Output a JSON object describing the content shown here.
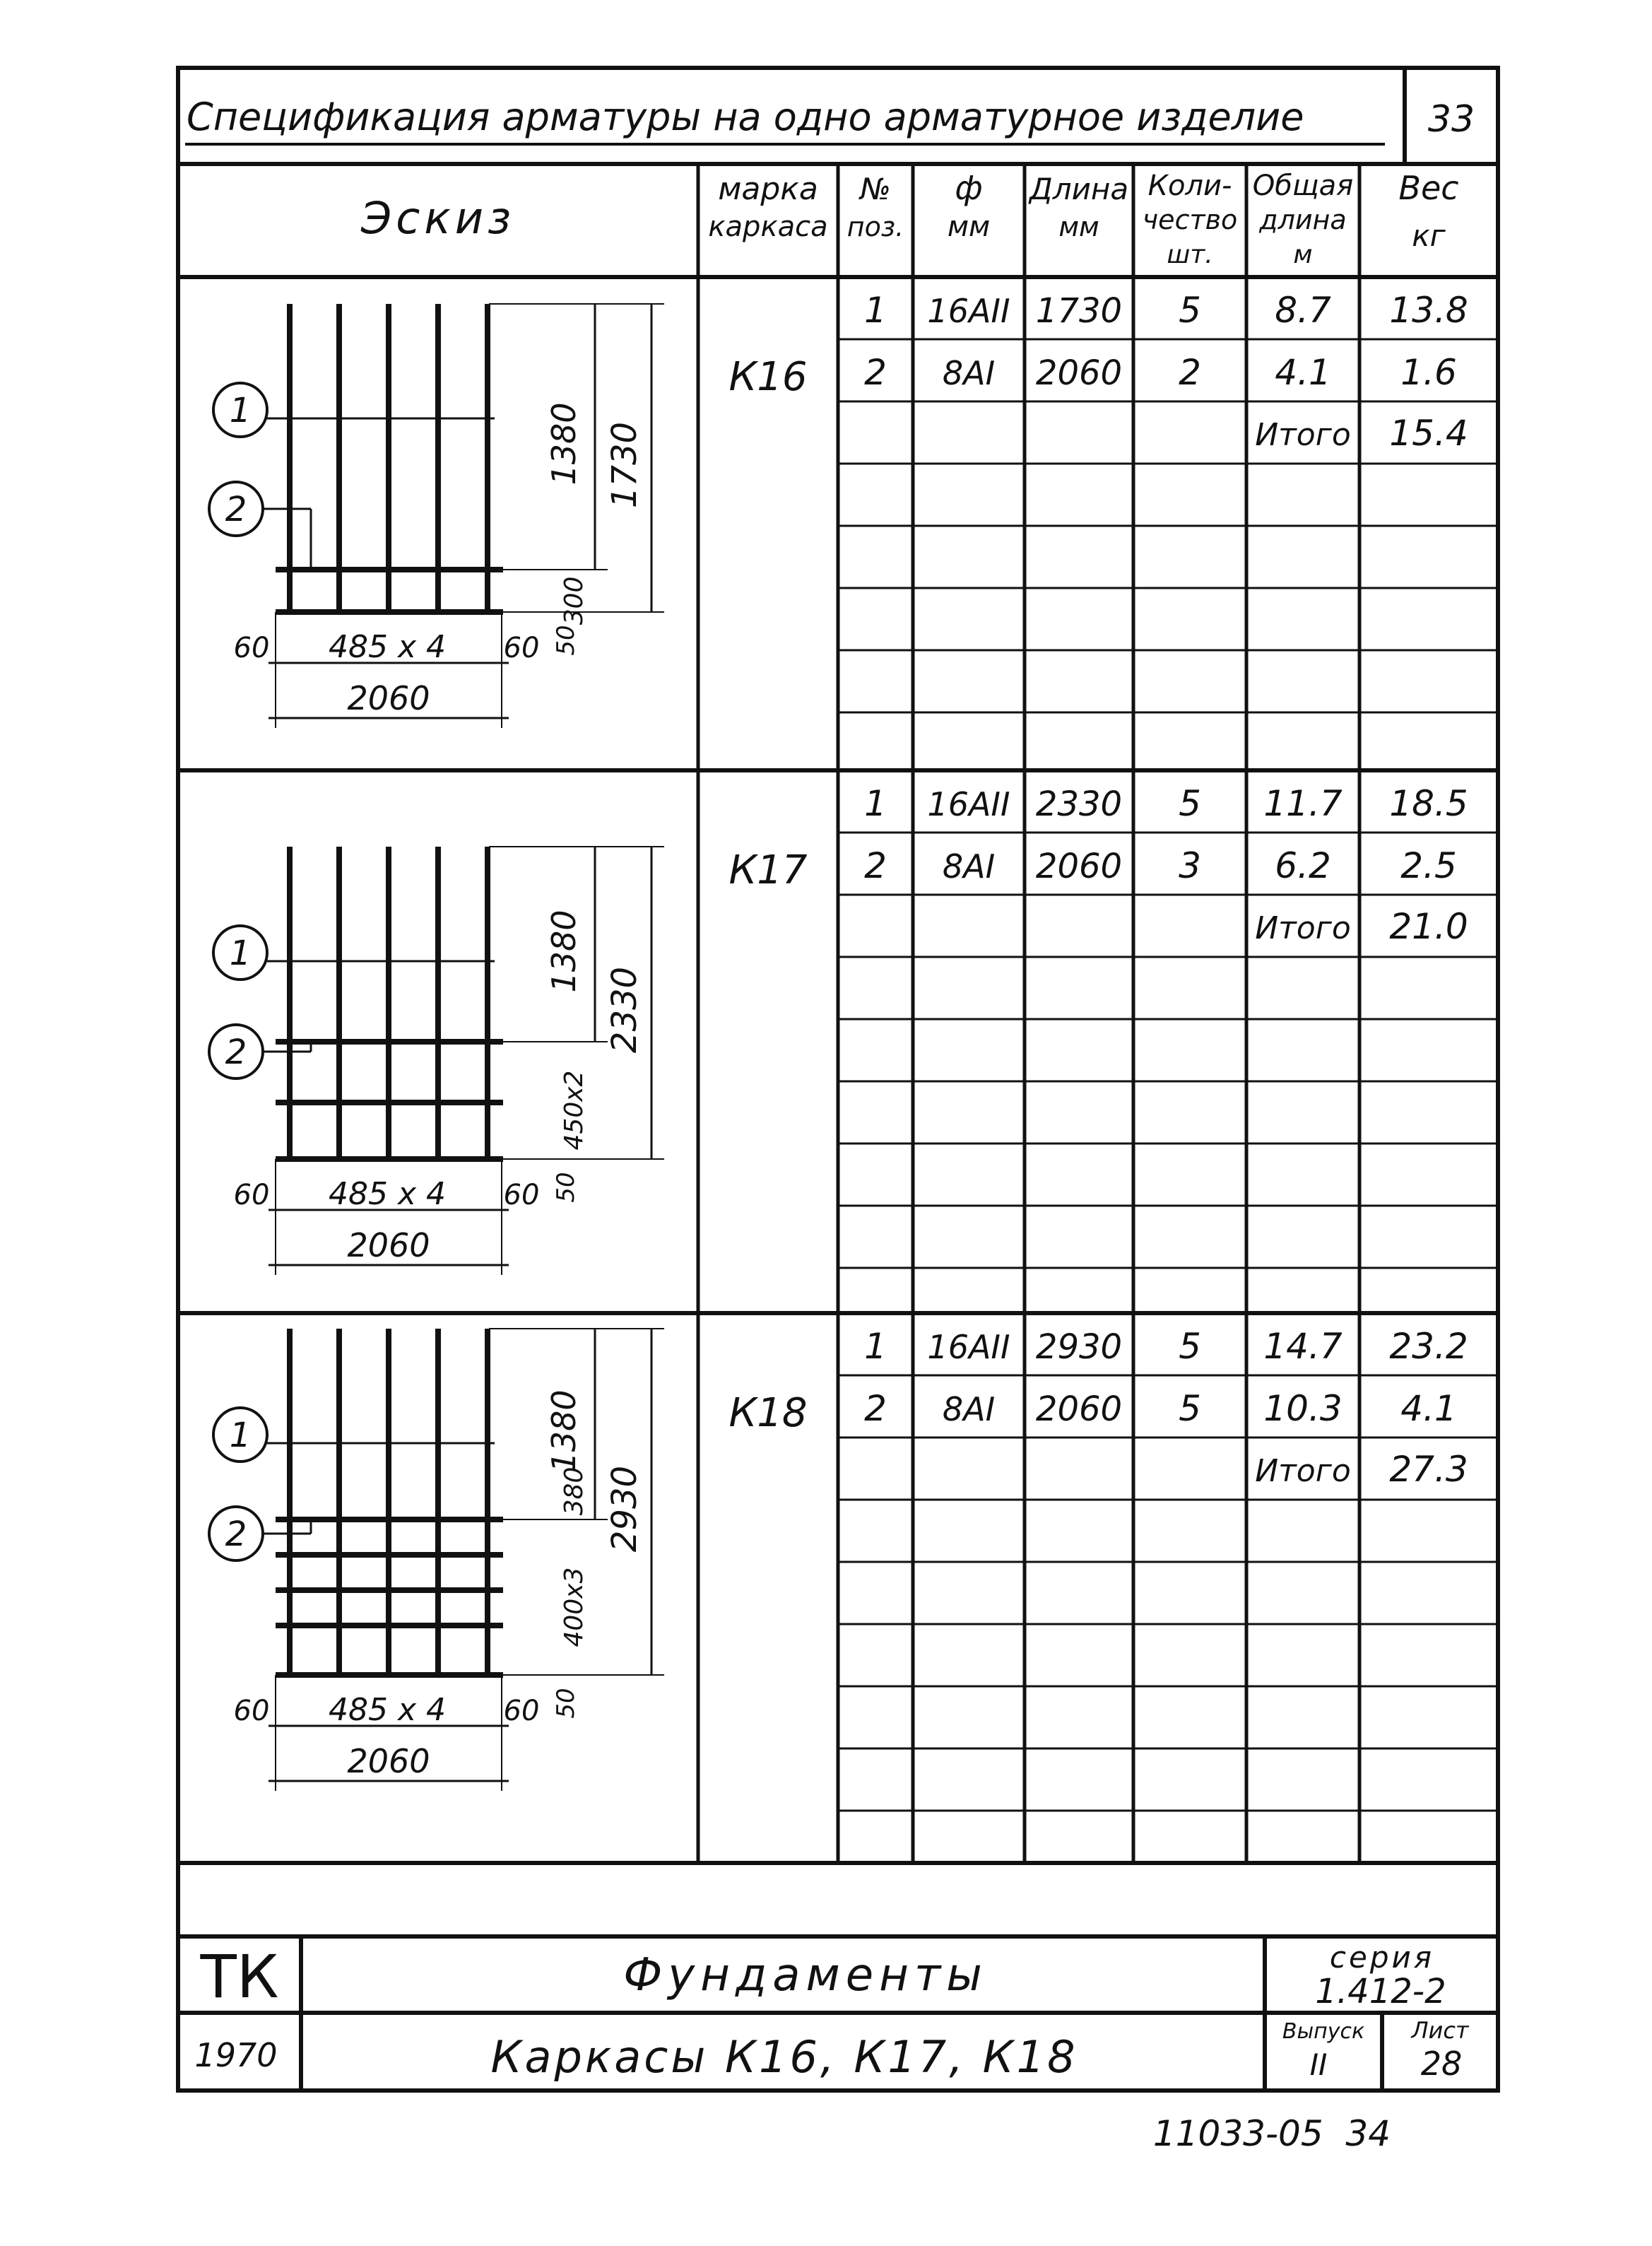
{
  "header": {
    "title": "Спецификация арматуры на одно арматурное изделие",
    "page_number": "33"
  },
  "columns": {
    "sketch": "Эскиз",
    "mark": [
      "марка",
      "каркаса"
    ],
    "pos": [
      "№",
      "поз."
    ],
    "diam": [
      "ф",
      "мм"
    ],
    "length": [
      "Длина",
      "мм"
    ],
    "qty": [
      "Коли-",
      "чество",
      "шт."
    ],
    "total_length": [
      "Общая",
      "длина",
      "м"
    ],
    "weight": [
      "Вес",
      "кг"
    ]
  },
  "groups": [
    {
      "mark": "К16",
      "rows": [
        {
          "pos": "1",
          "diam": "16АII",
          "length": "1730",
          "qty": "5",
          "total_length": "8.7",
          "weight": "13.8"
        },
        {
          "pos": "2",
          "diam": "8АI",
          "length": "2060",
          "qty": "2",
          "total_length": "4.1",
          "weight": "1.6"
        }
      ],
      "total_label": "Итого",
      "total": "15.4",
      "sketch": {
        "callouts": [
          "1",
          "2"
        ],
        "dim_upper": "1380",
        "dim_full": "1730",
        "dim_lower": "300",
        "dim_bottom": "50",
        "dim_spacing": "485 x 4",
        "dim_left": "60",
        "dim_right": "60",
        "dim_width": "2060",
        "cross_bars": 2
      }
    },
    {
      "mark": "К17",
      "rows": [
        {
          "pos": "1",
          "diam": "16АII",
          "length": "2330",
          "qty": "5",
          "total_length": "11.7",
          "weight": "18.5"
        },
        {
          "pos": "2",
          "diam": "8АI",
          "length": "2060",
          "qty": "3",
          "total_length": "6.2",
          "weight": "2.5"
        }
      ],
      "total_label": "Итого",
      "total": "21.0",
      "sketch": {
        "callouts": [
          "1",
          "2"
        ],
        "dim_upper": "1380",
        "dim_full": "2330",
        "dim_lower": "450x2",
        "dim_bottom": "50",
        "dim_spacing": "485 x 4",
        "dim_left": "60",
        "dim_right": "60",
        "dim_width": "2060",
        "cross_bars": 3
      }
    },
    {
      "mark": "К18",
      "rows": [
        {
          "pos": "1",
          "diam": "16АII",
          "length": "2930",
          "qty": "5",
          "total_length": "14.7",
          "weight": "23.2"
        },
        {
          "pos": "2",
          "diam": "8АI",
          "length": "2060",
          "qty": "5",
          "total_length": "10.3",
          "weight": "4.1"
        }
      ],
      "total_label": "Итого",
      "total": "27.3",
      "sketch": {
        "callouts": [
          "1",
          "2"
        ],
        "dim_upper": "1380",
        "dim_full": "2930",
        "dim_mid": "380",
        "dim_lower": "400x3",
        "dim_bottom": "50",
        "dim_spacing": "485 x 4",
        "dim_left": "60",
        "dim_right": "60",
        "dim_width": "2060",
        "cross_bars": 5
      }
    }
  ],
  "title_block": {
    "org": "ТК",
    "year": "1970",
    "name": "Фундаменты",
    "subtitle": "Каркасы К16, К17, К18",
    "series_label": "серия",
    "series": "1.412-2",
    "issue_label": "Выпуск",
    "issue": "II",
    "sheet_label": "Лист",
    "sheet": "28"
  },
  "footer_code": "11033-05  34"
}
